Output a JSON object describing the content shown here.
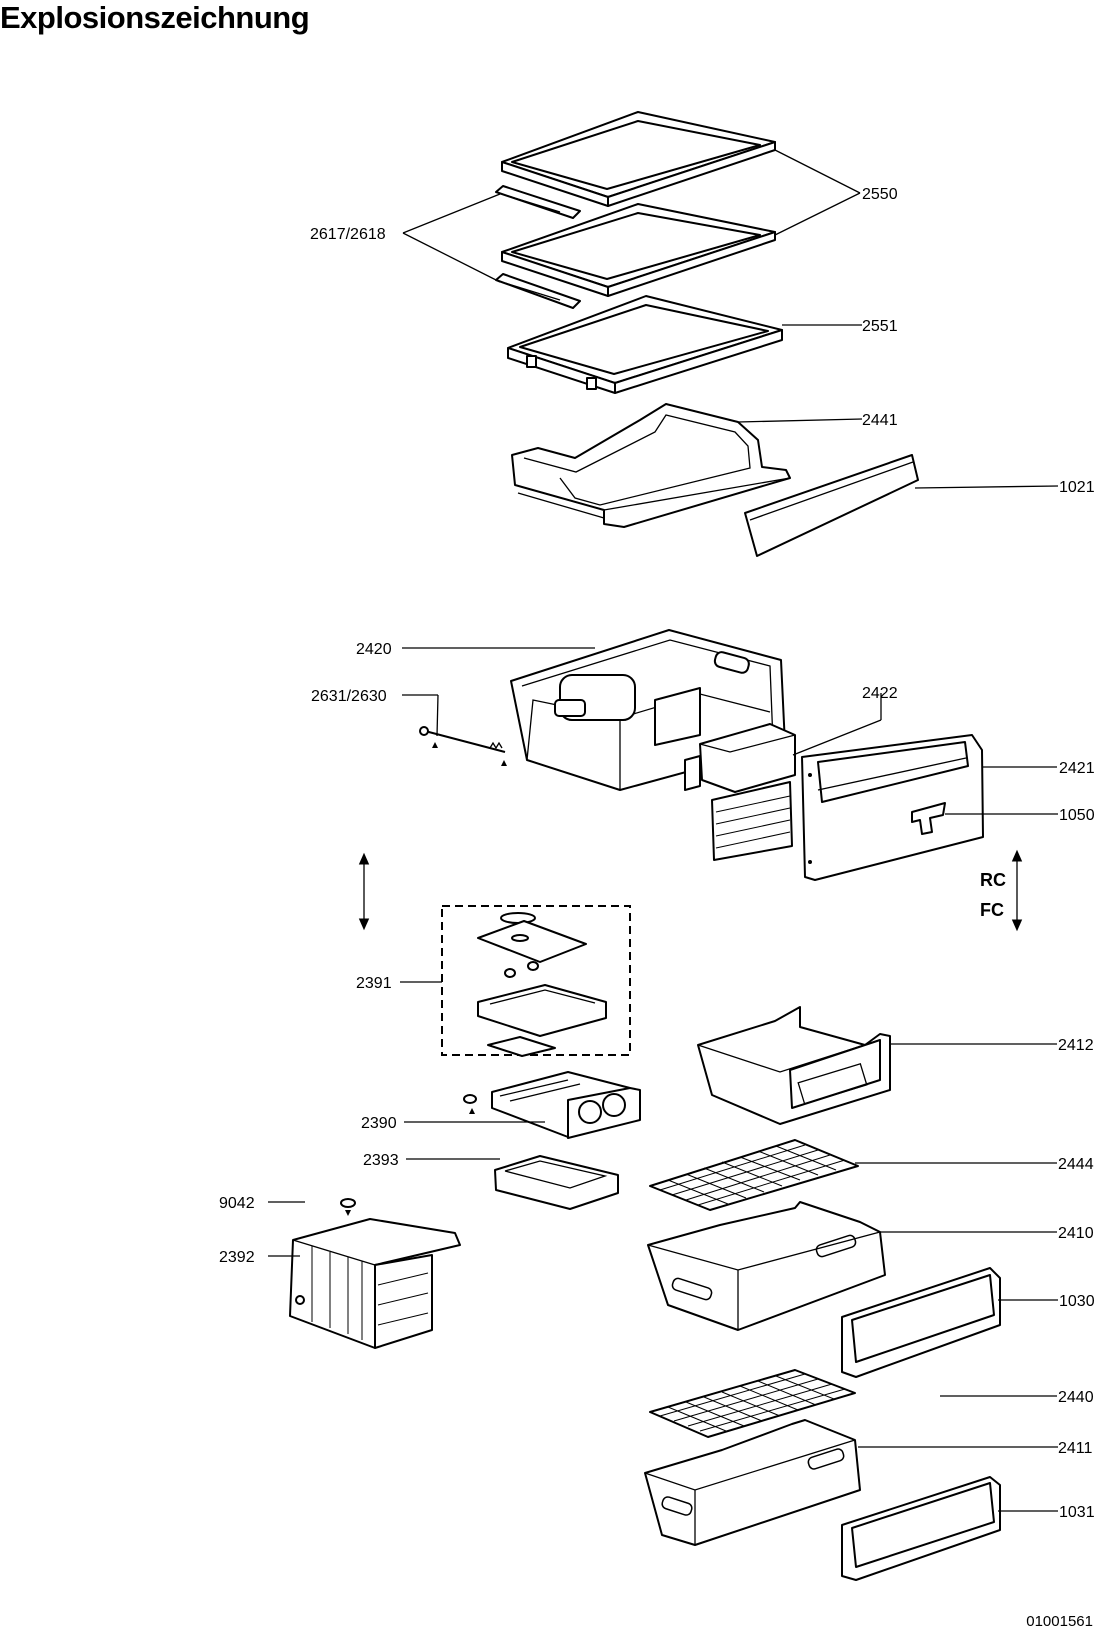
{
  "title": "Explosionszeichnung",
  "document_number": "01001561",
  "compartment_tags": {
    "upper": "RC",
    "lower": "FC"
  },
  "callouts": {
    "c2550": "2550",
    "c2617": "2617/2618",
    "c2551": "2551",
    "c2441": "2441",
    "c1021": "1021",
    "c2420": "2420",
    "c2631": "2631/2630",
    "c2422": "2422",
    "c2421": "2421",
    "c1050": "1050",
    "c2391": "2391",
    "c2390": "2390",
    "c2393": "2393",
    "c9042": "9042",
    "c2392": "2392",
    "c2412": "2412",
    "c2444": "2444",
    "c2410": "2410",
    "c1030": "1030",
    "c2440": "2440",
    "c2411": "2411",
    "c1031": "1031"
  }
}
